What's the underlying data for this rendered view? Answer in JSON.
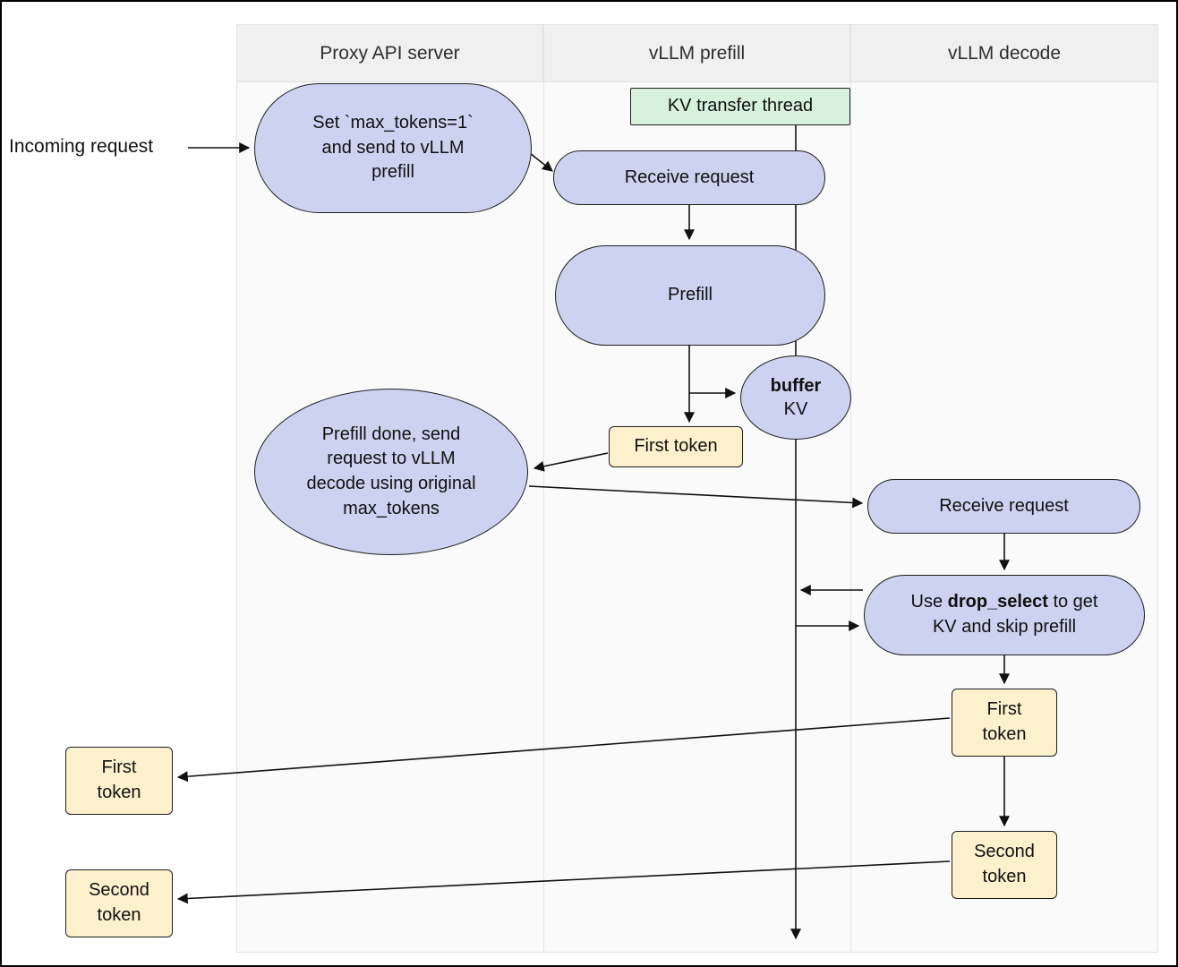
{
  "lanes": {
    "proxy": "Proxy API server",
    "prefill": "vLLM prefill",
    "decode": "vLLM decode"
  },
  "labels": {
    "incoming_request": "Incoming request"
  },
  "nodes": {
    "set_max_tokens": "Set `max_tokens=1` and send to vLLM prefill",
    "kv_transfer_thread": "KV transfer thread",
    "receive_request_prefill": "Receive request",
    "prefill": "Prefill",
    "buffer_bold": "buffer",
    "buffer_rest": "KV",
    "first_token_prefill": "First token",
    "prefill_done": "Prefill done, send request to vLLM decode using original max_tokens",
    "receive_request_decode": "Receive request",
    "drop_select_pre": "Use ",
    "drop_select_bold": "drop_select",
    "drop_select_post": " to get KV and skip prefill",
    "first_token_decode": "First token",
    "second_token_decode": "Second token",
    "first_token_proxy": "First token",
    "second_token_proxy": "Second token"
  },
  "colors": {
    "node_fill": "#ccd2ef",
    "node_border": "#1f1f1f",
    "token_fill": "#fcf0cd",
    "kv_thread_fill": "#d8f1dd",
    "lane_header_fill": "#f0f0f0",
    "lane_body_fill": "#fafafa",
    "lane_border": "#e2e2e2",
    "arrow_color": "#111111"
  }
}
